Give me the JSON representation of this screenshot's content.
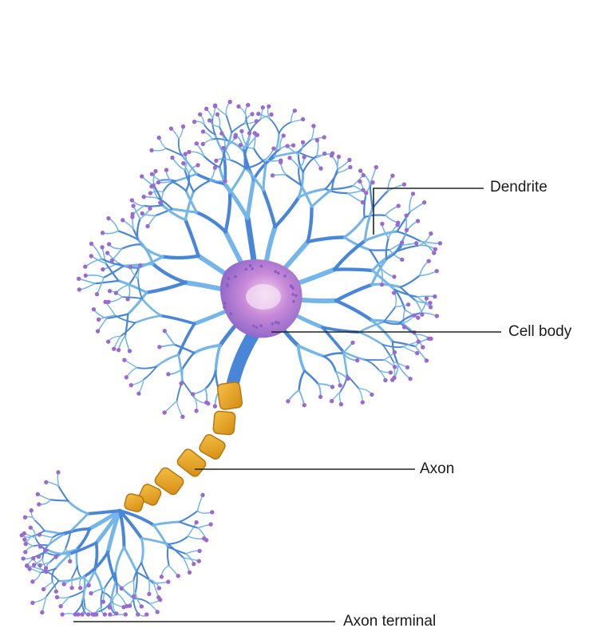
{
  "labels": {
    "dendrite": "Dendrite",
    "cell_body": "Cell body",
    "axon": "Axon",
    "axon_terminal": "Axon terminal"
  },
  "colors": {
    "dendrite": "#4a86d8",
    "dendrite_light": "#74b6ea",
    "tip": "#9a6ad0",
    "cell_body": "#c07ad0",
    "myelin": "#e8a423",
    "myelin_dark": "#b8770f",
    "leader": "#222222"
  }
}
